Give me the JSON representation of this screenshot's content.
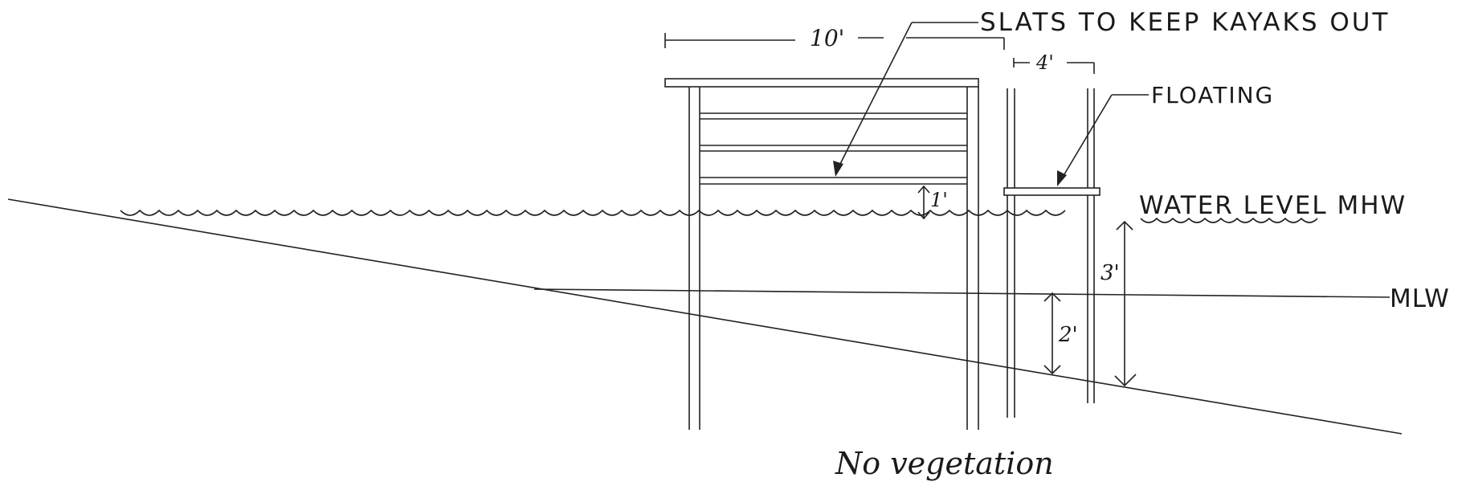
{
  "labels": {
    "slats": "SLATS TO KEEP KAYAKS OUT",
    "floating": "FLOATING",
    "water_level": "WATER LEVEL MHW",
    "mlw": "MLW",
    "no_vegetation": "No vegetation"
  },
  "dimensions": {
    "width_main": "10'",
    "width_float": "4'",
    "slat_clearance": "1'",
    "depth_mlw": "2'",
    "depth_mhw": "3'"
  }
}
